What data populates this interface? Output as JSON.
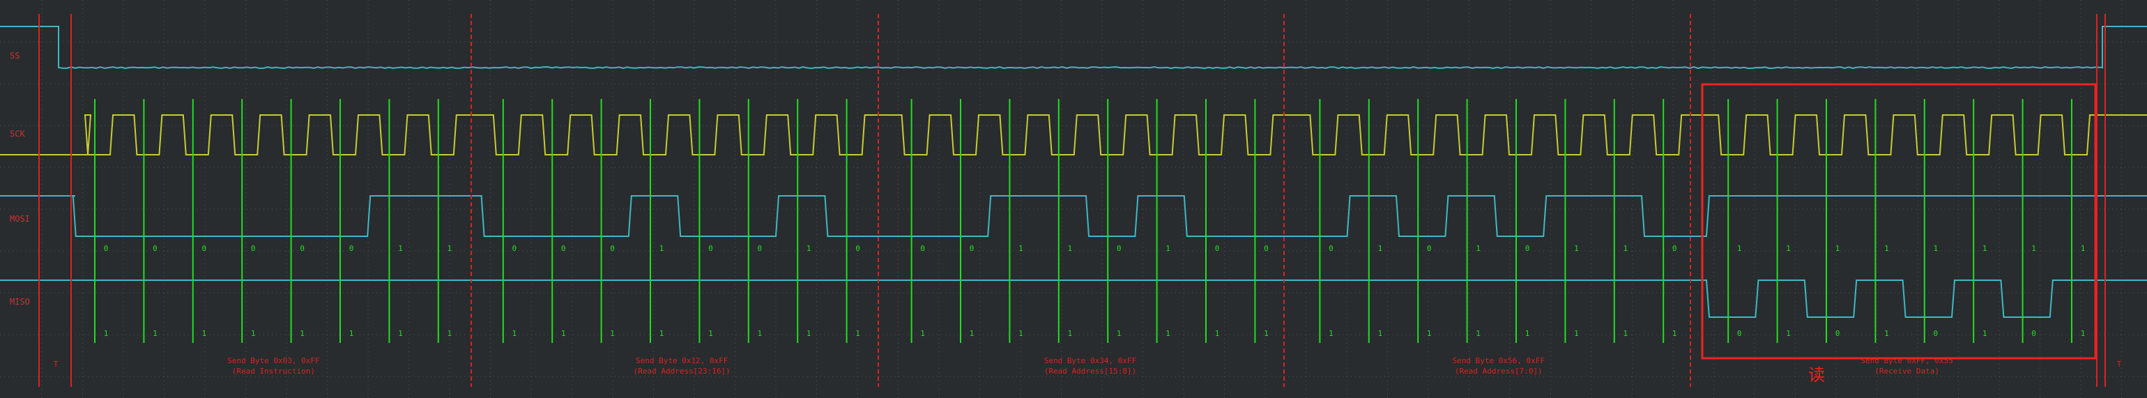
{
  "channels": [
    {
      "label": "SS",
      "color": "#3fb8c4"
    },
    {
      "label": "SCK",
      "color": "#c8cc30"
    },
    {
      "label": "MOSI",
      "color": "#3fb8c4"
    },
    {
      "label": "MISO",
      "color": "#3fb8c4"
    }
  ],
  "colors": {
    "background": "#282c2e",
    "grid": "#4a5052",
    "clock_edge": "#22dd22",
    "marker": "#dd2222",
    "annotation": "#dd2222",
    "sck": "#c8cc30",
    "data": "#3fb8c4"
  },
  "bytes": [
    {
      "mosi_bits": [
        "0",
        "0",
        "0",
        "0",
        "0",
        "0",
        "1",
        "1"
      ],
      "miso_bits": [
        "1",
        "1",
        "1",
        "1",
        "1",
        "1",
        "1",
        "1"
      ],
      "caption_line1": "Send Byte 0x03, 0xFF",
      "caption_line2": "(Read Instruction)"
    },
    {
      "mosi_bits": [
        "0",
        "0",
        "0",
        "1",
        "0",
        "0",
        "1",
        "0"
      ],
      "miso_bits": [
        "1",
        "1",
        "1",
        "1",
        "1",
        "1",
        "1",
        "1"
      ],
      "caption_line1": "Send Byte 0x12, 0xFF",
      "caption_line2": "(Read Address[23:16])"
    },
    {
      "mosi_bits": [
        "0",
        "0",
        "1",
        "1",
        "0",
        "1",
        "0",
        "0"
      ],
      "miso_bits": [
        "1",
        "1",
        "1",
        "1",
        "1",
        "1",
        "1",
        "1"
      ],
      "caption_line1": "Send Byte 0x34, 0xFF",
      "caption_line2": "(Read Address[15:8])"
    },
    {
      "mosi_bits": [
        "0",
        "1",
        "0",
        "1",
        "0",
        "1",
        "1",
        "0"
      ],
      "miso_bits": [
        "1",
        "1",
        "1",
        "1",
        "1",
        "1",
        "1",
        "1"
      ],
      "caption_line1": "Send Byte 0x56, 0xFF",
      "caption_line2": "(Read Address[7:0])"
    },
    {
      "mosi_bits": [
        "1",
        "1",
        "1",
        "1",
        "1",
        "1",
        "1",
        "1"
      ],
      "miso_bits": [
        "0",
        "1",
        "0",
        "1",
        "0",
        "1",
        "0",
        "1"
      ],
      "caption_line1": "Send Byte 0xFF, 0x55",
      "caption_line2": "(Receive Data)"
    }
  ],
  "read_label": "读",
  "marker_left_label": "T",
  "marker_right_label": "T"
}
